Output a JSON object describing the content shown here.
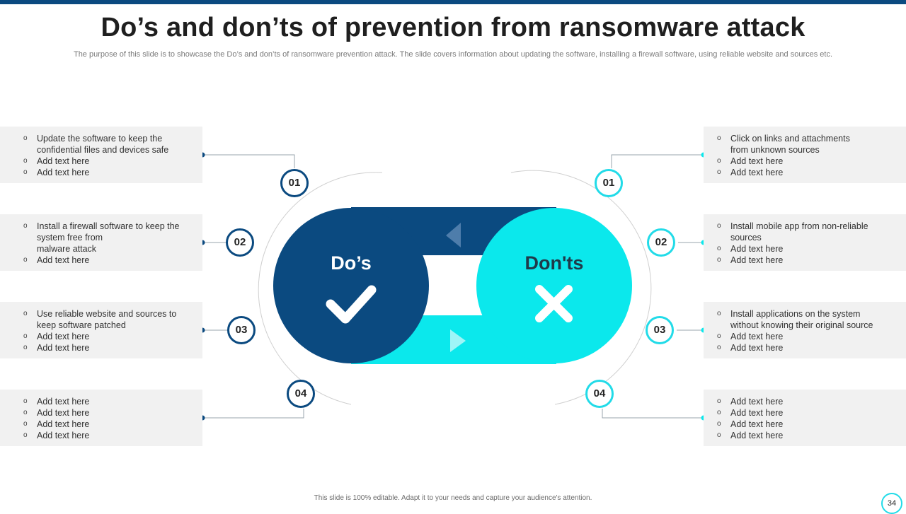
{
  "title": "Do’s and don’ts of prevention from ransomware attack",
  "subtitle": "The purpose of this slide is to showcase the Do’s and don’ts of ransomware prevention attack. The slide covers information about updating the software, installing a firewall software, using reliable website and sources etc.",
  "center": {
    "dos_label": "Do’s",
    "donts_label": "Don'ts",
    "dos_icon": "checkmark-icon",
    "donts_icon": "cross-icon"
  },
  "colors": {
    "dark_blue": "#0b4a80",
    "cyan": "#0be8ec",
    "panel_bg": "#f1f1f1"
  },
  "dos": [
    {
      "number": "01",
      "items": [
        "Update the software to keep the",
        "confidential files and devices safe",
        "Add text here",
        "Add text here"
      ],
      "bullets": [
        true,
        false,
        true,
        true
      ]
    },
    {
      "number": "02",
      "items": [
        "Install a firewall software to keep the",
        "system free from",
        "malware attack",
        "Add text here"
      ],
      "bullets": [
        true,
        false,
        false,
        true
      ]
    },
    {
      "number": "03",
      "items": [
        "Use reliable website and sources to",
        "keep software patched",
        "Add text here",
        "Add text here"
      ],
      "bullets": [
        true,
        false,
        true,
        true
      ]
    },
    {
      "number": "04",
      "items": [
        "Add text here",
        "Add text here",
        "Add text here",
        "Add text here"
      ],
      "bullets": [
        true,
        true,
        true,
        true
      ]
    }
  ],
  "donts": [
    {
      "number": "01",
      "items": [
        "Click on links and attachments",
        "from unknown sources",
        "Add text here",
        "Add text here"
      ],
      "bullets": [
        true,
        false,
        true,
        true
      ]
    },
    {
      "number": "02",
      "items": [
        "Install mobile app from non-reliable",
        "sources",
        "Add text here",
        "Add text here"
      ],
      "bullets": [
        true,
        false,
        true,
        true
      ]
    },
    {
      "number": "03",
      "items": [
        "Install applications on the system",
        "without knowing their original source",
        "Add text here",
        "Add text here"
      ],
      "bullets": [
        true,
        false,
        true,
        true
      ]
    },
    {
      "number": "04",
      "items": [
        "Add text here",
        "Add text here",
        "Add text here",
        "Add text here"
      ],
      "bullets": [
        true,
        true,
        true,
        true
      ]
    }
  ],
  "footer": "This slide is 100% editable. Adapt it to your needs and capture your audience's attention.",
  "page_number": "34"
}
